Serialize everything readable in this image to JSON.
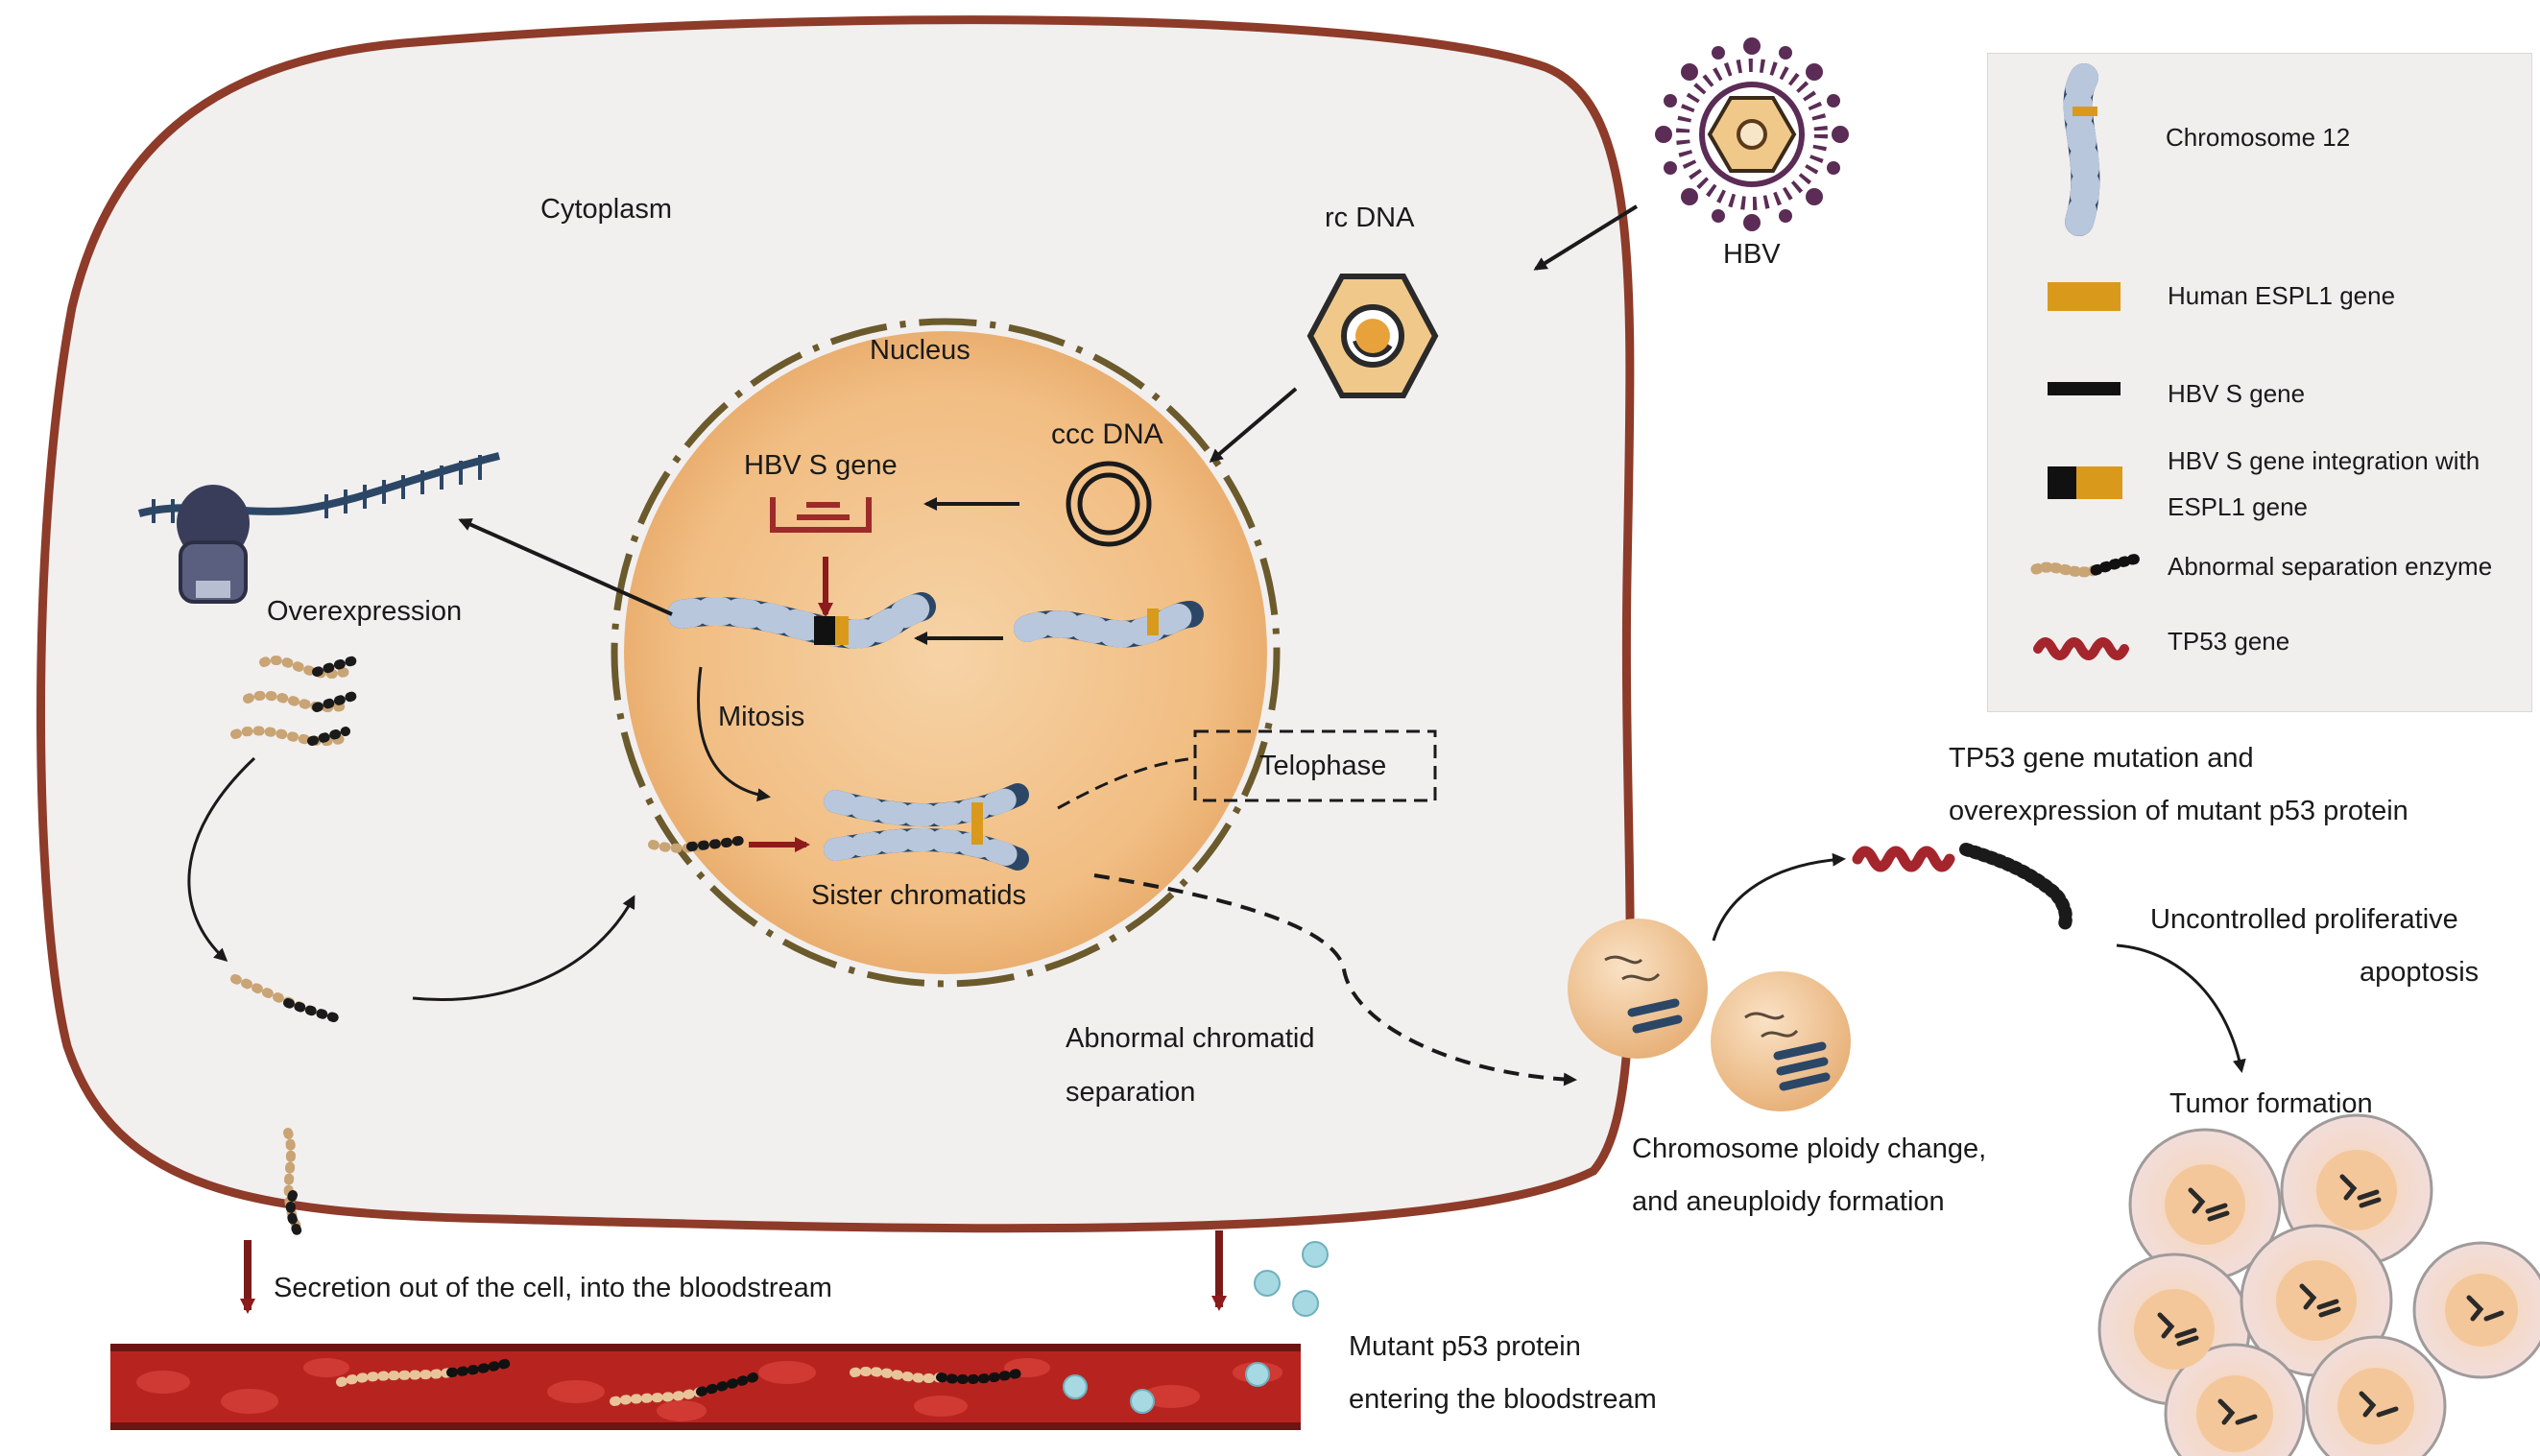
{
  "cell": {
    "cytoplasm": "Cytoplasm",
    "nucleus": "Nucleus",
    "rc_dna": "rc DNA",
    "ccc_dna": "ccc DNA",
    "hbv": "HBV",
    "hbv_s_gene": "HBV S gene",
    "overexpression": "Overexpression",
    "mitosis": "Mitosis",
    "telophase": "Telophase",
    "sister_chromatids": "Sister chromatids",
    "abnormal_separation": [
      "Abnormal chromatid",
      "separation"
    ],
    "secretion": "Secretion out of the cell, into the bloodstream",
    "mutant_p53": [
      "Mutant p53 protein",
      "entering the bloodstream"
    ]
  },
  "downstream": {
    "tp53_mutation": [
      "TP53 gene mutation and",
      "overexpression of mutant p53 protein"
    ],
    "uncontrolled": [
      "Uncontrolled proliferative",
      "apoptosis"
    ],
    "tumor": "Tumor formation",
    "ploidy": [
      "Chromosome ploidy change,",
      "and aneuploidy formation"
    ]
  },
  "legend": {
    "items": [
      {
        "label": "Chromosome 12",
        "icon": "chromosome-icon"
      },
      {
        "label": "Human ESPL1 gene",
        "icon": "espl1-gene-icon",
        "color": "#d99a1c"
      },
      {
        "label": "HBV S gene",
        "icon": "hbv-s-gene-icon",
        "color": "#111111"
      },
      {
        "label": [
          "HBV S gene integration with",
          "ESPL1 gene"
        ],
        "icon": "integration-icon"
      },
      {
        "label": "Abnormal separation enzyme",
        "icon": "enzyme-icon"
      },
      {
        "label": "TP53 gene",
        "icon": "tp53-gene-icon",
        "color": "#a4262c"
      }
    ]
  },
  "colors": {
    "cell_membrane": "#8e3b2a",
    "cytoplasm": "#f2efef",
    "nucleus": "#f3c48c",
    "blood": "#b7241f",
    "virus": "#5b2c55"
  }
}
